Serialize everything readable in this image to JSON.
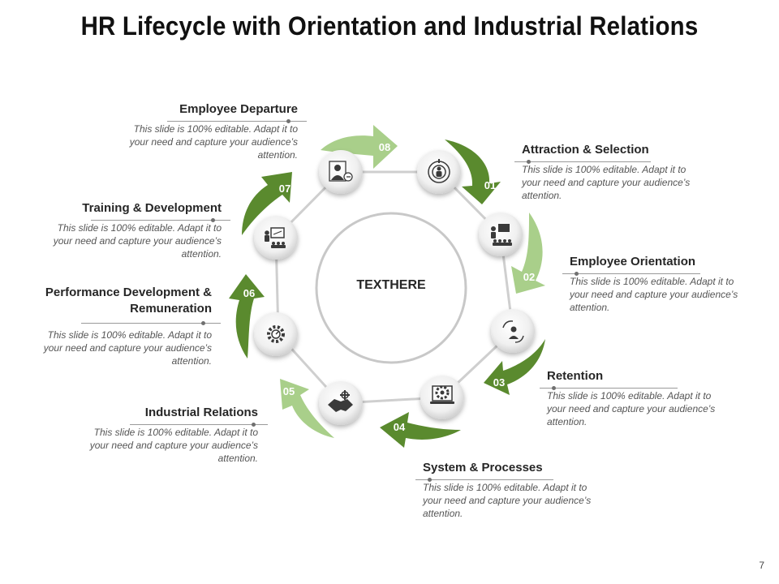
{
  "title": "HR Lifecycle with Orientation and Industrial Relations",
  "center_text": "TEXTHERE",
  "page_number": "7",
  "colors": {
    "dark_green": "#5a8a2e",
    "light_green": "#a9cf8a",
    "node_gray": "#e8e8e8",
    "line_gray": "#cfcfcf"
  },
  "steps": [
    {
      "number": "01",
      "title": "Attraction & Selection",
      "description": "This slide is 100% editable. Adapt it to your need and capture your audience’s attention.",
      "icon": "target-person-icon",
      "arrow": "dark"
    },
    {
      "number": "02",
      "title": "Employee Orientation",
      "description": "This slide is 100% editable. Adapt it to your need and capture your audience’s attention.",
      "icon": "presentation-audience-icon",
      "arrow": "light"
    },
    {
      "number": "03",
      "title": "Retention",
      "description": "This slide is 100% editable. Adapt it to your need and capture your audience’s attention.",
      "icon": "person-cycle-icon",
      "arrow": "dark"
    },
    {
      "number": "04",
      "title": "System & Processes",
      "description": "This slide is 100% editable. Adapt it to your need and capture your audience’s attention.",
      "icon": "gear-laptop-icon",
      "arrow": "dark"
    },
    {
      "number": "05",
      "title": "Industrial Relations",
      "description": "This slide is 100% editable. Adapt it to your need and capture your audience’s attention.",
      "icon": "handshake-icon",
      "arrow": "light"
    },
    {
      "number": "06",
      "title": "Performance Development & Remuneration",
      "description": "This slide is 100% editable. Adapt it to your need and capture your audience’s attention.",
      "icon": "gear-performance-icon",
      "arrow": "dark"
    },
    {
      "number": "07",
      "title": "Training & Development",
      "description": "This slide is 100% editable. Adapt it to your need and capture your audience’s attention.",
      "icon": "trainer-board-icon",
      "arrow": "dark"
    },
    {
      "number": "08",
      "title": "Employee Departure",
      "description": "This slide is 100% editable. Adapt it to your need and capture your audience’s attention.",
      "icon": "person-exit-icon",
      "arrow": "light"
    }
  ]
}
